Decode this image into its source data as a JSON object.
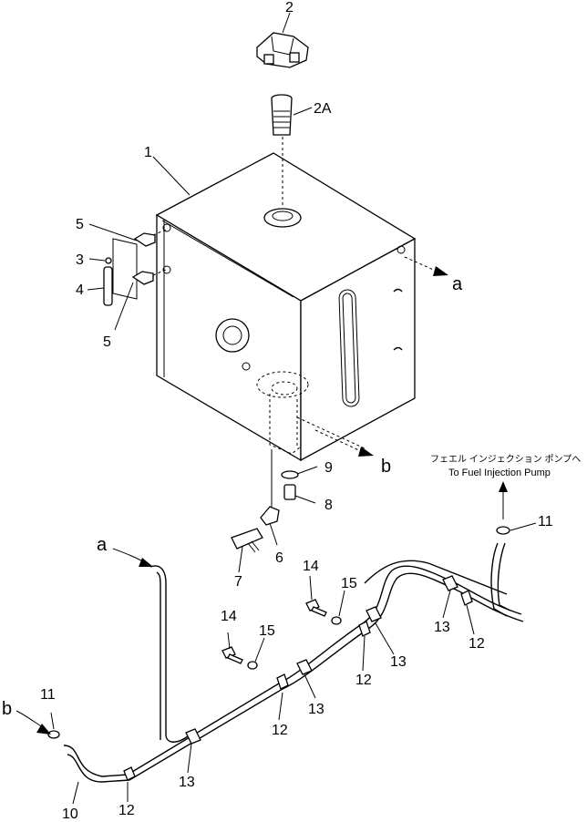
{
  "diagram": {
    "callouts": {
      "tank": "1",
      "cap": "2",
      "strainer": "2A",
      "level_gauge_pin": "3",
      "level_gauge": "4",
      "elbow_upper": "5",
      "elbow_lower": "5",
      "fitting_6": "6",
      "cock_7": "7",
      "plug_8": "8",
      "washer_9": "9",
      "hose_10": "10",
      "clip_11_left": "11",
      "clip_11_right": "11",
      "clamp_12_a": "12",
      "clamp_12_b": "12",
      "clamp_12_c": "12",
      "clamp_12_d": "12",
      "clamp_13_a": "13",
      "clamp_13_b": "13",
      "clamp_13_c": "13",
      "clamp_13_d": "13",
      "bolt_14_a": "14",
      "bolt_14_b": "14",
      "washer_15_a": "15",
      "washer_15_b": "15"
    },
    "connection_labels": {
      "a_tank": "a",
      "b_tank": "b",
      "a_pipe": "a",
      "b_pipe": "b"
    },
    "destination": {
      "japanese": "フェエル インジェクション ポンプへ",
      "english": "To Fuel Injection Pump"
    }
  }
}
